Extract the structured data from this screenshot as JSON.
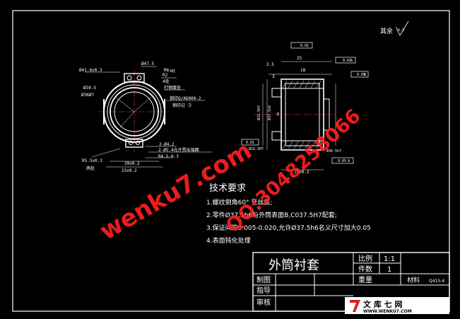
{
  "corner_mark": {
    "text": "其余",
    "value": "6.3"
  },
  "left_view": {
    "dims": [
      "Ø41.6±0.3",
      "Ø47.5",
      "R6",
      "R2",
      "4处",
      "4处",
      "打钢度处",
      "Ø39.5",
      "Ø36Ø7",
      "钢印Q/AD000-2",
      "钢印记 ③",
      "2-Ø4.2",
      "2-Ø5.4允许贯出端面",
      "R4.5-0.3",
      "R5.5±0.3",
      "两处",
      "23±0.2",
      "20±0.2"
    ]
  },
  "right_view": {
    "dims": [
      "25",
      "2.5",
      "18",
      "0.01",
      "0.01",
      "A",
      "3",
      "0.05",
      "B",
      "Ø32.5H7",
      "Ø37.5h6",
      "B",
      "0.01",
      "0.05",
      "A",
      "Ø32.5H7",
      "Ø36.5h7",
      "28±0.2"
    ]
  },
  "tech": {
    "heading": "技术要求",
    "items": [
      "1.螺纹倒角60° 至丝底;",
      "2.零件Ø37.5h6与外筒表面B,C037.5H7配套;",
      "3.保证间隙0.005-0.020,允许Ø37.5h6名义尺寸加大0.05",
      "4.表面钝化处理"
    ]
  },
  "title_block": {
    "part_name": "外筒衬套",
    "scale_label": "比例",
    "scale_value": "1:1",
    "count_label": "件数",
    "count_value": "1",
    "weight_label": "重量",
    "material_label": "材料",
    "material_value": "Q415-4",
    "drawn_label": "制图",
    "checked_label": "指导",
    "approved_label": "审核"
  },
  "watermark": {
    "site": "wenku7.com",
    "qq": "QQ:3048258066"
  },
  "logo": {
    "cn": "文 库 七 网",
    "url": "WWW.WENKU7.COM"
  },
  "colors": {
    "background": "#000000",
    "lines": "#ffffff",
    "watermark": "#ff1f1f",
    "center_line": "#ff3b3b"
  }
}
